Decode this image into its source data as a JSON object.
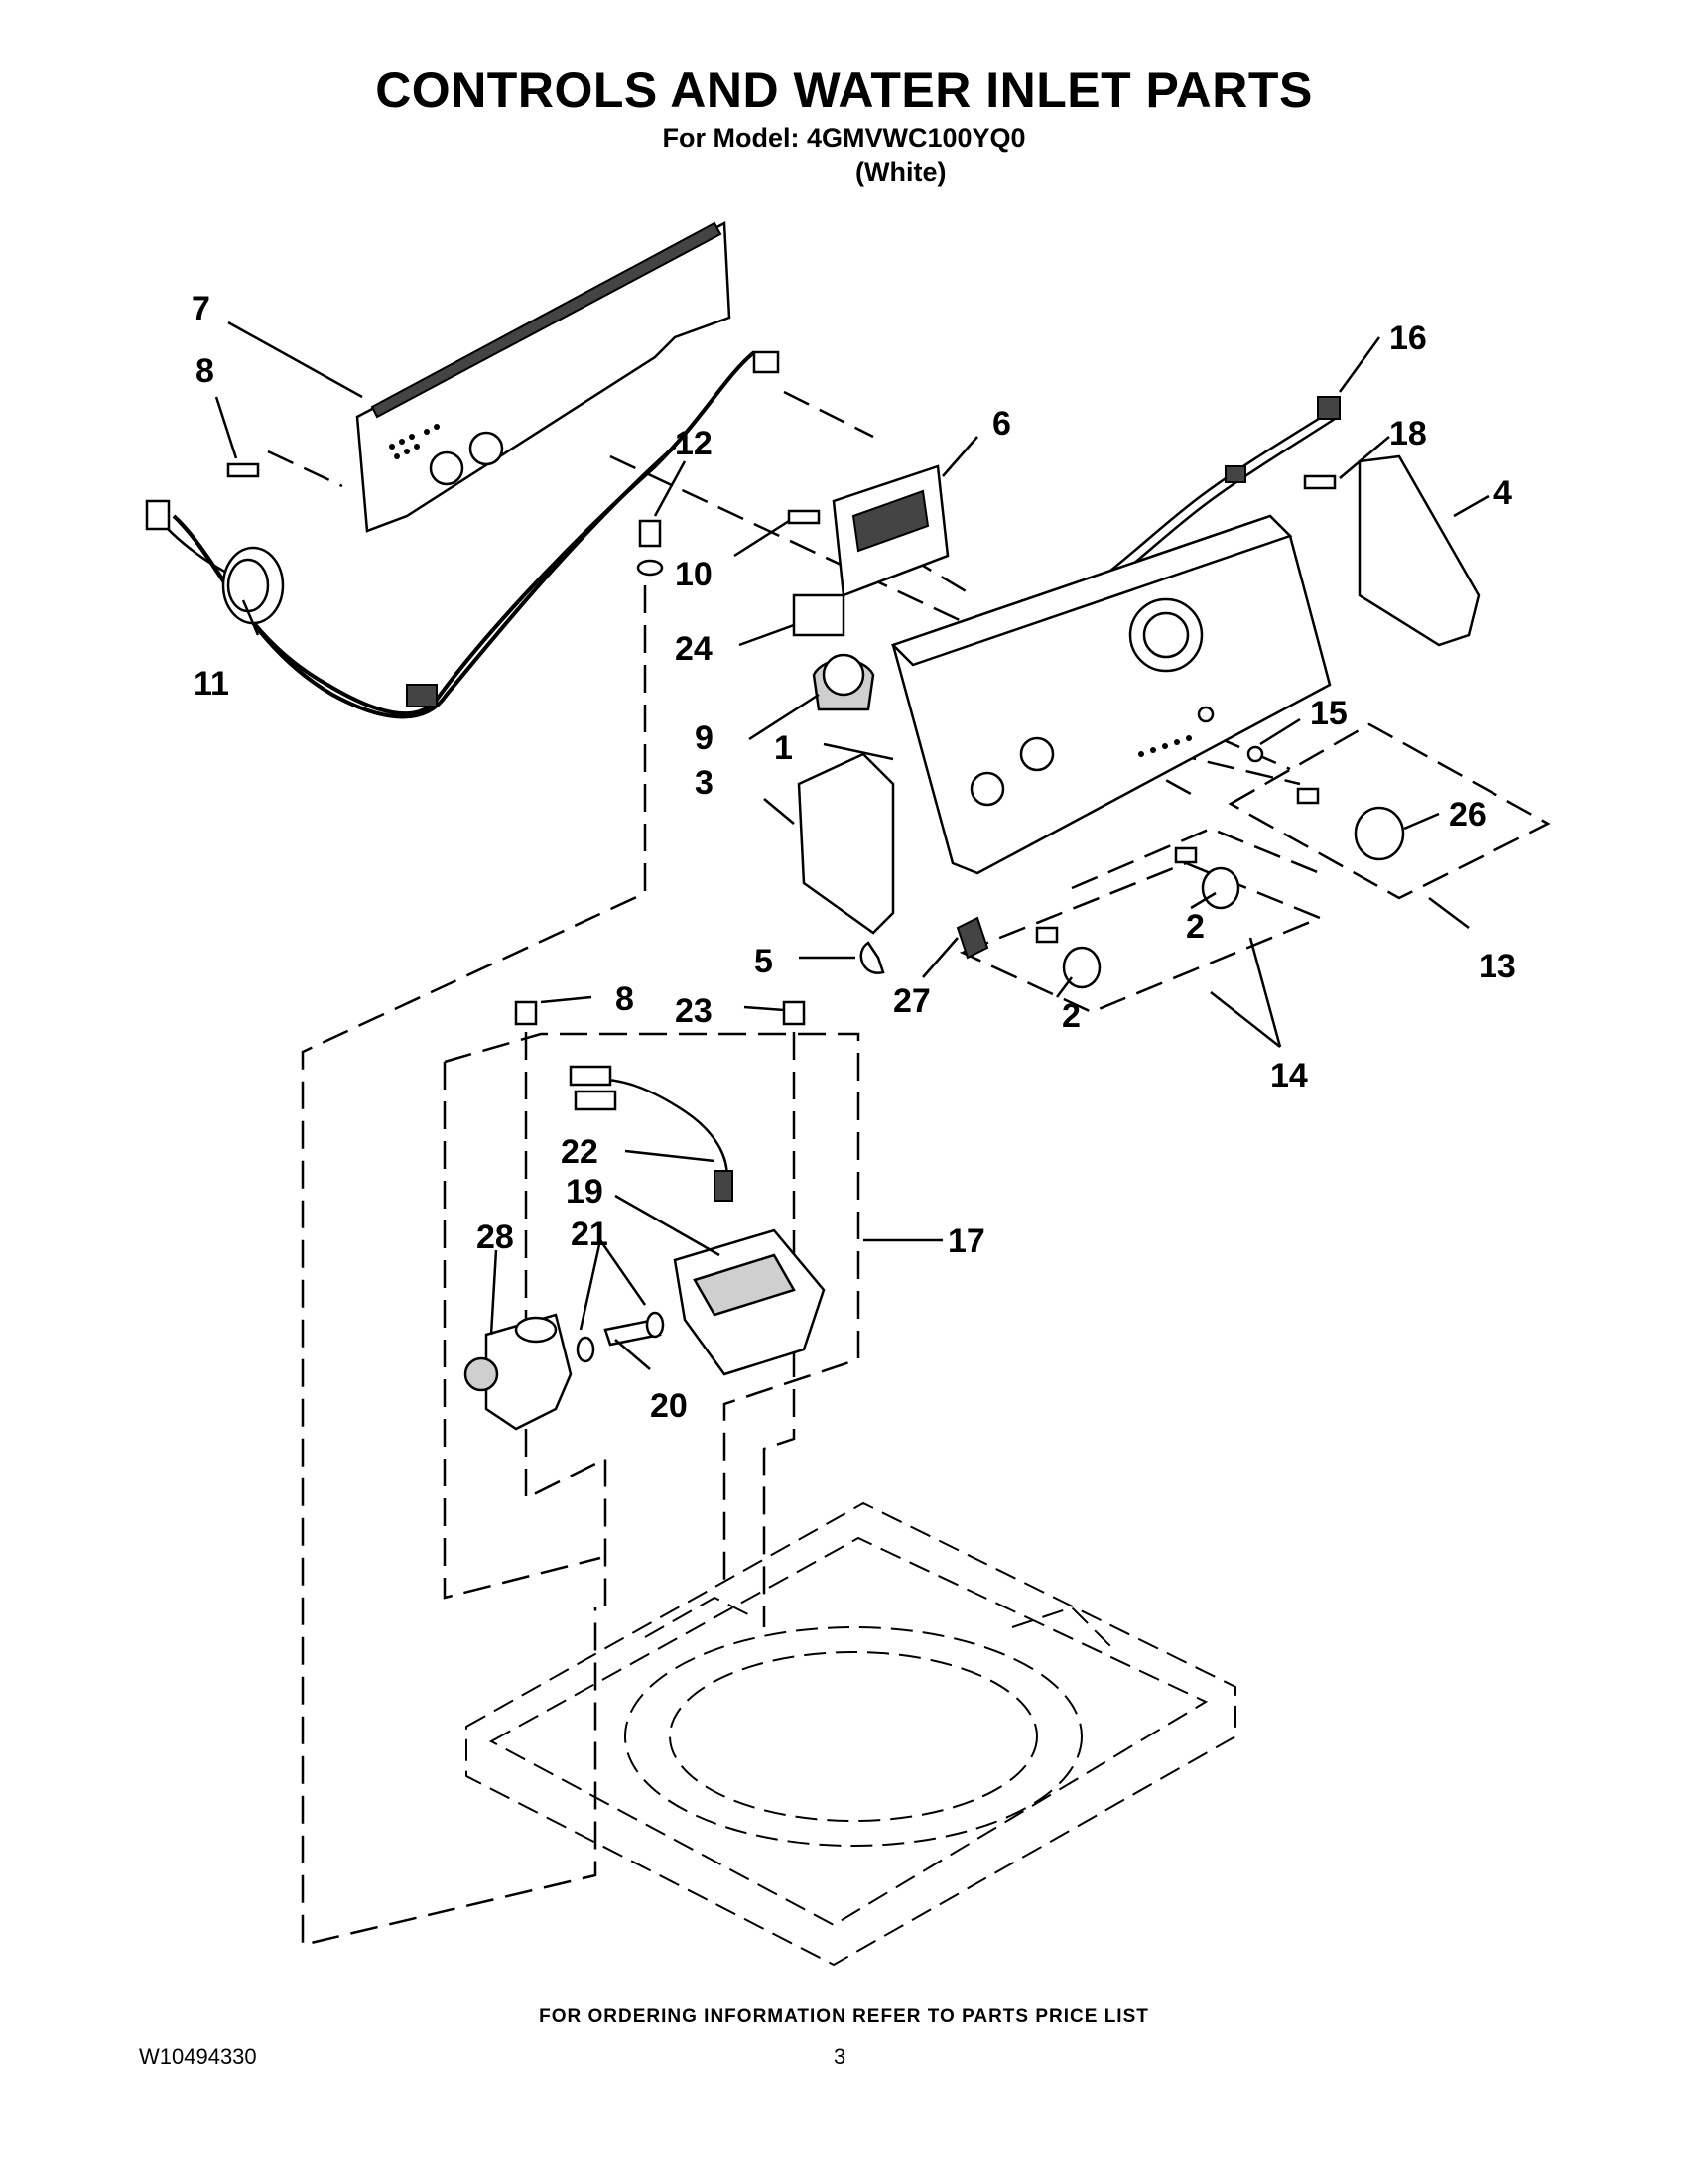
{
  "page": {
    "title": "CONTROLS AND WATER INLET PARTS",
    "model_line": "For Model: 4GMVWC100YQ0",
    "color_line": "(White)",
    "footer_note": "FOR ORDERING INFORMATION REFER TO PARTS PRICE LIST",
    "doc_number": "W10494330",
    "page_number": "3"
  },
  "callouts": {
    "c1": "1",
    "c2a": "2",
    "c2b": "2",
    "c3": "3",
    "c4": "4",
    "c5": "5",
    "c6": "6",
    "c7": "7",
    "c8a": "8",
    "c8b": "8",
    "c9": "9",
    "c10": "10",
    "c11": "11",
    "c12": "12",
    "c13": "13",
    "c14": "14",
    "c15": "15",
    "c16": "16",
    "c17": "17",
    "c18": "18",
    "c19": "19",
    "c20": "20",
    "c21": "21",
    "c22": "22",
    "c23": "23",
    "c24": "24",
    "c26": "26",
    "c27": "27",
    "c28": "28"
  }
}
